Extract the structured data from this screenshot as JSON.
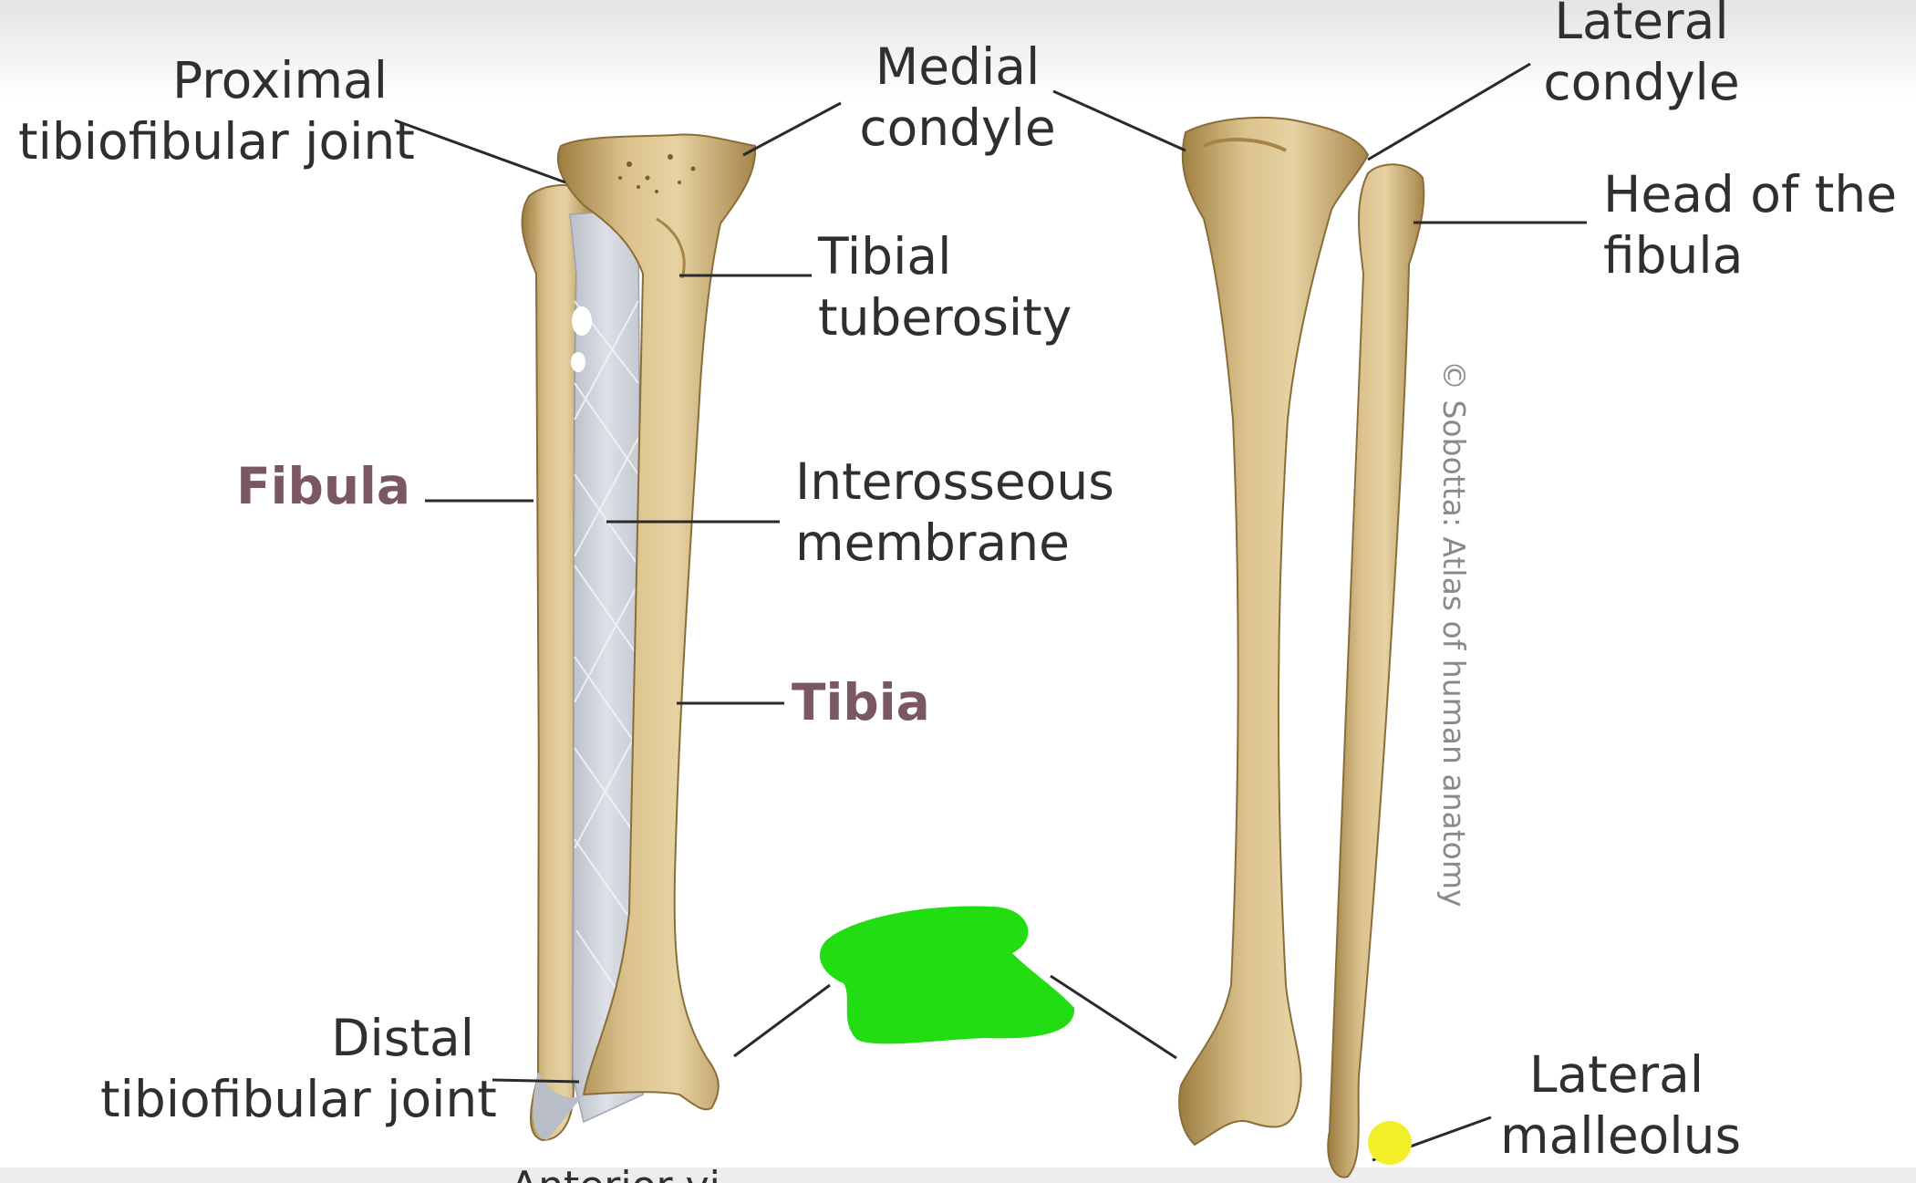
{
  "labels": {
    "proximal_joint": "Proximal\ntibiofibular joint",
    "medial_condyle": "Medial\ncondyle",
    "lateral_condyle": "Lateral\ncondyle",
    "head_fibula": "Head of the\nfibula",
    "tibial_tuberosity": "Tibial\ntuberosity",
    "fibula": "Fibula",
    "interosseous": "Interosseous\nmembrane",
    "tibia": "Tibia",
    "distal_joint": "Distal\ntibiofibular joint",
    "lateral_malleolus": "Lateral\nmalleolus",
    "bottom_caption": "Anterior vi"
  },
  "credit": "© Sobotta: Atlas of human anatomy",
  "colors": {
    "bone": "#d9c08a",
    "bone_shade": "#a9894a",
    "membrane": "#cdd1d9",
    "accent_text": "#7a5761",
    "scribble": "#22dd11",
    "marker": "#f2ee2a"
  }
}
